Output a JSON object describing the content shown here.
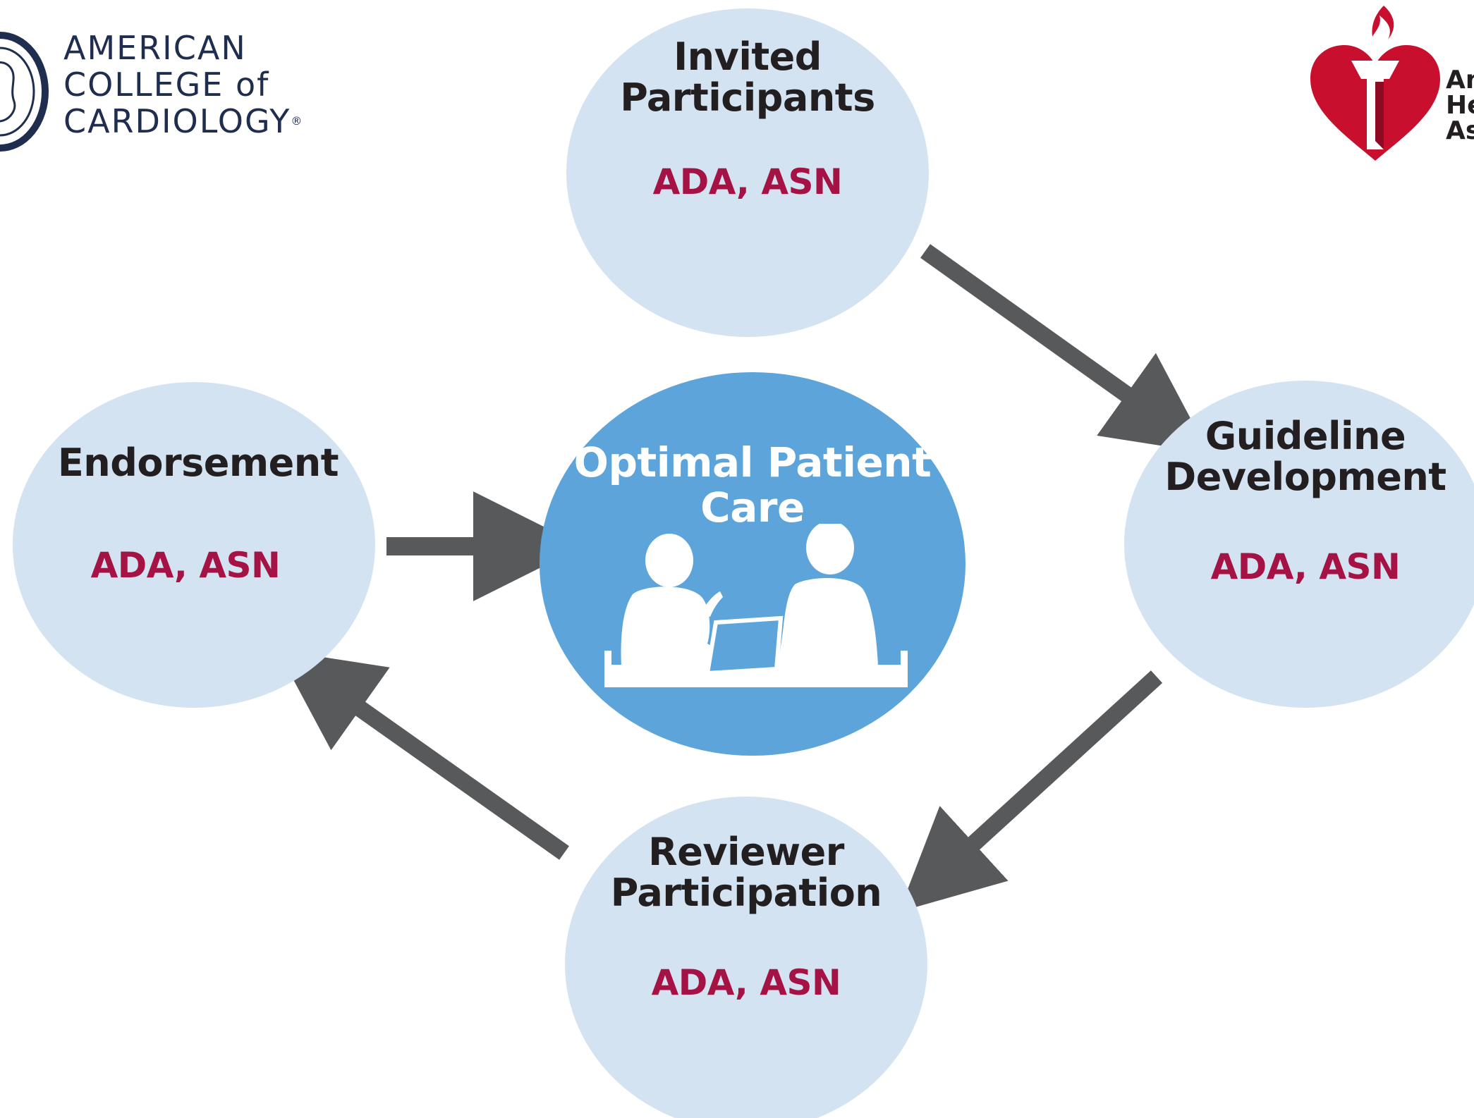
{
  "logos": {
    "acc": {
      "line1": "AMERICAN",
      "line2": "COLLEGE of",
      "line3": "CARDIOLOGY",
      "registered": "®"
    },
    "aha": {
      "line1": "Am",
      "line2": "He",
      "line3": "As"
    }
  },
  "center": {
    "title_line1": "Optimal Patient",
    "title_line2": "Care",
    "icon": "doctor-patient-consultation-icon"
  },
  "nodes": {
    "invited": {
      "title_line1": "Invited",
      "title_line2": "Participants",
      "orgs": "ADA, ASN"
    },
    "guideline": {
      "title_line1": "Guideline",
      "title_line2": "Development",
      "orgs": "ADA, ASN"
    },
    "reviewer": {
      "title_line1": "Reviewer",
      "title_line2": "Participation",
      "orgs": "ADA, ASN"
    },
    "endorsement": {
      "title_line1": "Endorsement",
      "orgs": "ADA, ASN"
    }
  },
  "colors": {
    "node_fill": "#d3e3f2",
    "center_fill": "#5ca4da",
    "arrow": "#58595b",
    "org_text": "#a51344",
    "title_text": "#231f20",
    "acc_navy": "#1f2d4f",
    "aha_red": "#c8102e"
  }
}
